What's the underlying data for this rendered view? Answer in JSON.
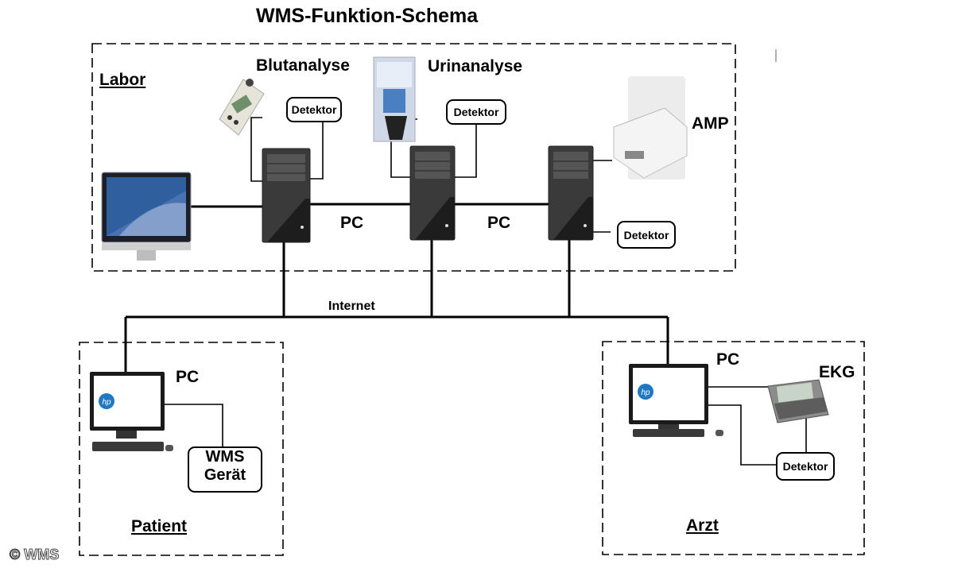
{
  "title": "WMS-Funktion-Schema",
  "zones": {
    "labor": "Labor",
    "patient": "Patient",
    "arzt": "Arzt"
  },
  "devices": {
    "blutanalyse": "Blutanalyse",
    "urinanalyse": "Urinanalyse",
    "amp": "AMP",
    "ekg": "EKG",
    "detektor": "Detektor",
    "wms_geraet_line1": "WMS",
    "wms_geraet_line2": "Gerät"
  },
  "pc_label": "PC",
  "network_label": "Internet",
  "copyright": "© WMS"
}
